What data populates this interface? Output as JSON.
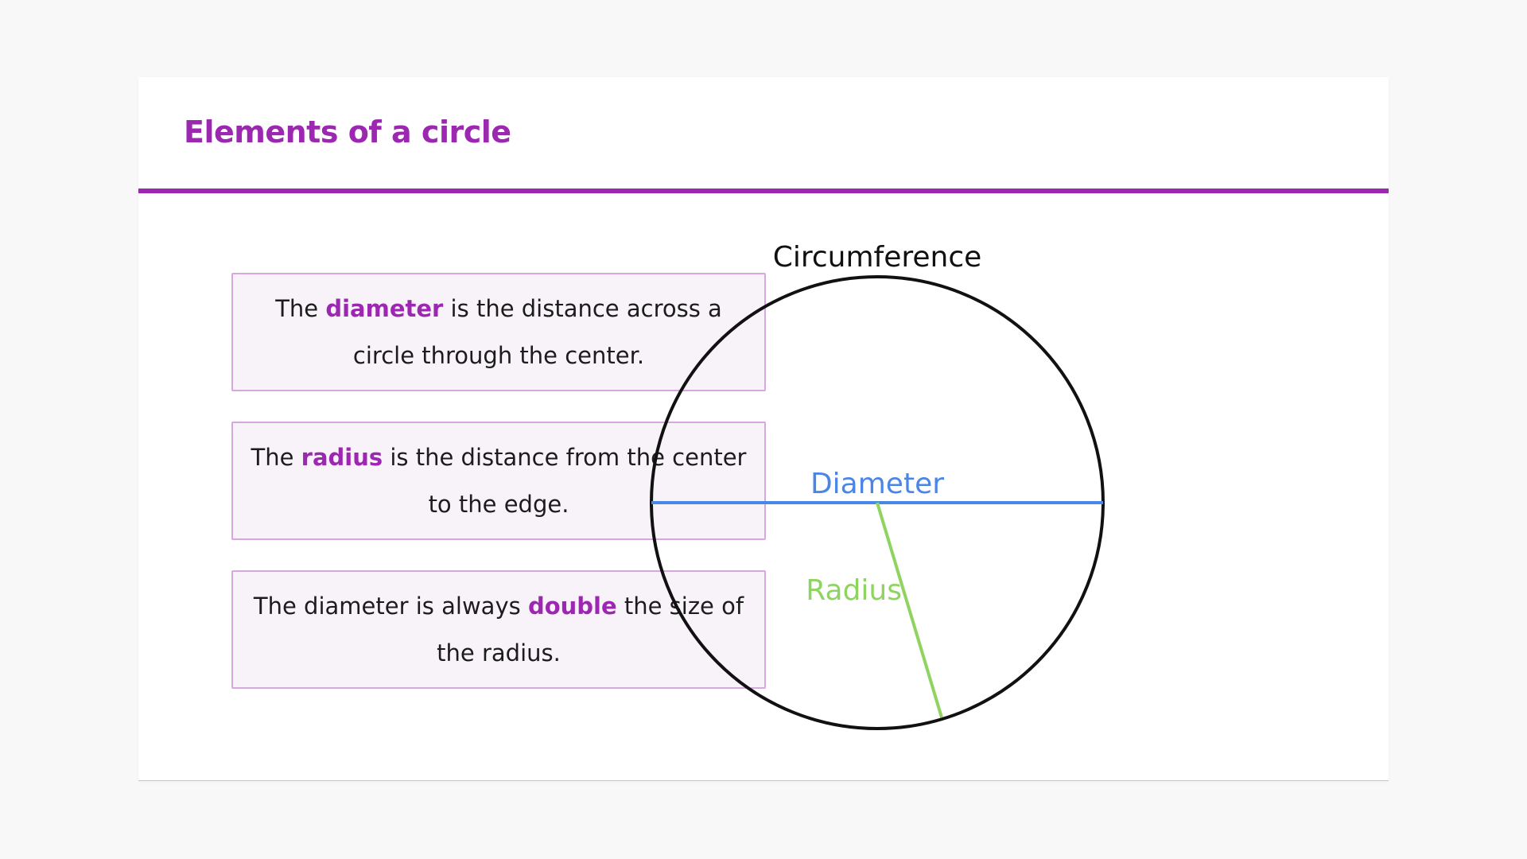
{
  "slide": {
    "title": "Elements of a circle"
  },
  "boxes": [
    {
      "before": "The ",
      "highlight": "diameter",
      "after": " is the distance across a circle through the center."
    },
    {
      "before": "The ",
      "highlight": "radius",
      "after": " is the distance from the center to the edge."
    },
    {
      "before": "The diameter is always ",
      "highlight": "double",
      "after": " the size of the radius."
    }
  ],
  "diagram": {
    "circumference_label": "Circumference",
    "diameter_label": "Diameter",
    "radius_label": "Radius"
  },
  "colors": {
    "accent": "#9c27b0",
    "diameter": "#4a86e8",
    "radius": "#8fd460",
    "circle": "#111111"
  }
}
